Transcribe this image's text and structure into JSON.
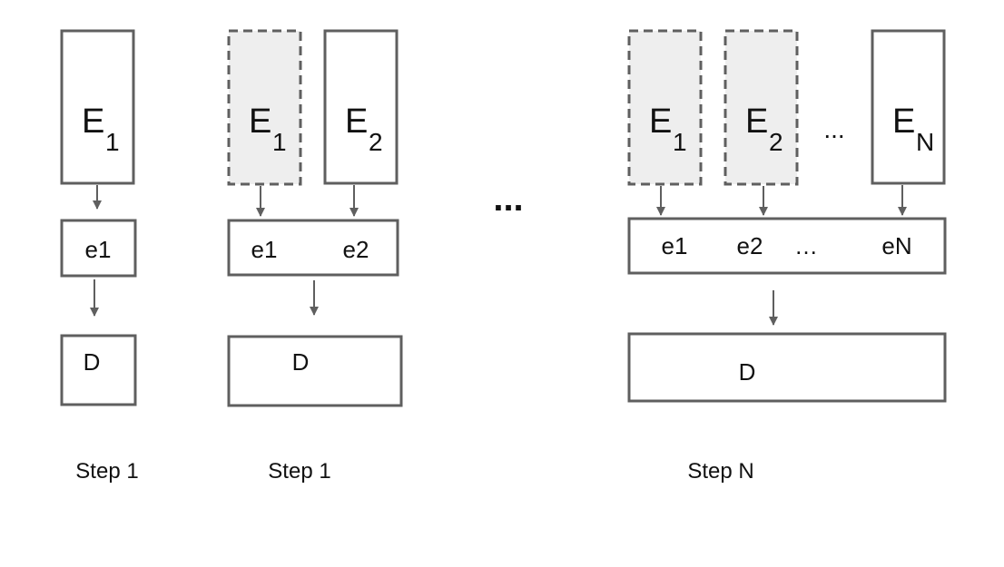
{
  "colors": {
    "stroke": "#5f5f5f",
    "frozen_fill": "#eeeeee",
    "text": "#111111",
    "background": "#ffffff"
  },
  "panels": [
    {
      "step_label": "Step 1",
      "encoders": [
        {
          "letter": "E",
          "sub": "1",
          "frozen": false
        }
      ],
      "embeddings": [
        "e1"
      ],
      "decoder": "D"
    },
    {
      "step_label": "Step 1",
      "encoders": [
        {
          "letter": "E",
          "sub": "1",
          "frozen": true
        },
        {
          "letter": "E",
          "sub": "2",
          "frozen": false
        }
      ],
      "embeddings": [
        "e1",
        "e2"
      ],
      "decoder": "D"
    },
    {
      "step_label": "Step N",
      "encoders": [
        {
          "letter": "E",
          "sub": "1",
          "frozen": true
        },
        {
          "letter": "E",
          "sub": "2",
          "frozen": true
        },
        {
          "letter": "E",
          "sub": "N",
          "frozen": false
        }
      ],
      "encoder_ellipsis": "...",
      "embeddings": [
        "e1",
        "e2",
        "…",
        "eN"
      ],
      "decoder": "D"
    }
  ],
  "between_ellipsis": "..."
}
